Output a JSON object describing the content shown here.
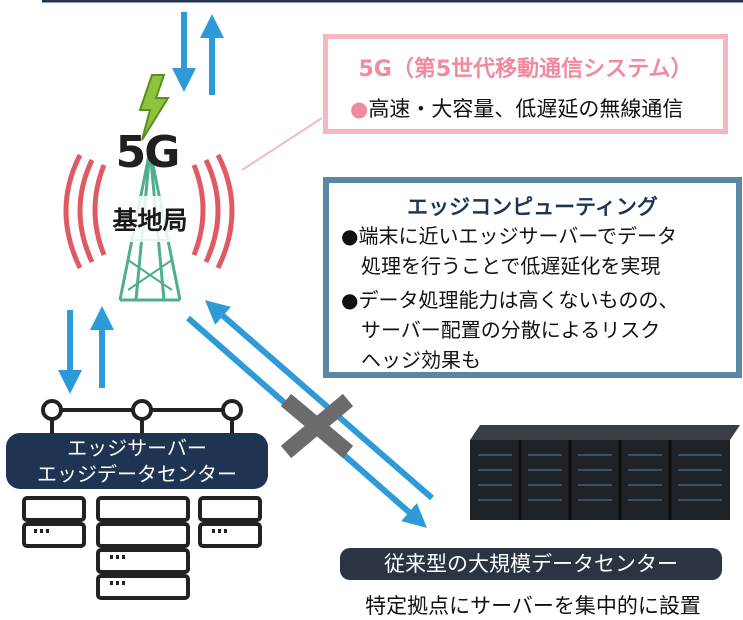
{
  "tower": {
    "label_5g": "5G",
    "label_station": "基地局"
  },
  "box_5g": {
    "title": "5G（第5世代移動通信システム）",
    "bullet": "高速・大容量、低遅延の無線通信",
    "colors": {
      "border": "#f7b7c1",
      "accent": "#f08aa0"
    }
  },
  "box_edge": {
    "title": "エッジコンピューティング",
    "bullets": [
      {
        "line1": "●端末に近いエッジサーバーでデータ",
        "line2": "　処理を行うことで低遅延化を実現"
      },
      {
        "line1": "●データ処理能力は高くないものの、",
        "line2": "　サーバー配置の分散によるリスク",
        "line3": "　ヘッジ効果も"
      }
    ],
    "colors": {
      "border": "#5c86a6",
      "title": "#1f3556"
    }
  },
  "edge_server": {
    "label_line1": "エッジサーバー",
    "label_line2": "エッジデータセンター",
    "color": "#1e3452"
  },
  "datacenter": {
    "label": "従来型の大規模データセンター",
    "caption": "特定拠点にサーバーを集中的に設置",
    "color": "#2b3443"
  },
  "colors": {
    "arrow": "#2f9ad8",
    "cross": "#6b6b6b"
  }
}
